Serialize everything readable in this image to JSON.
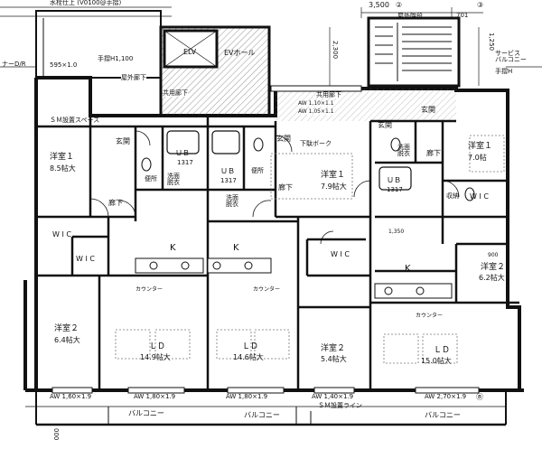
{
  "top": {
    "header_note": "水栓仕上 (V0100@手摺)",
    "dim_3500": "3,500",
    "marker_2": "②",
    "marker_3": "③",
    "dim_701": "701",
    "dim_2300": "2,300",
    "dim_1250": "1,250",
    "stair": "屋外階段",
    "service_balcony": "サービス\nバルコニー",
    "handrail_1100": "手摺H1,100",
    "handrail_right": "手摺H",
    "nada": "ナーD/R",
    "outside_dim": "595×1.0"
  },
  "common": {
    "elv": "ELV",
    "ev_hall": "EVホール",
    "common_corridor": "共用廊下",
    "outdoor_corridor_left": "屋外廊下",
    "outdoor_corridor_right": "共用廊下",
    "spec_left": "AW 1,10×1.1",
    "spec_right": "AW 1,05×1.1",
    "dim_1350": "1,350",
    "dim_900": "900"
  },
  "labels": {
    "ent": "玄関",
    "ub": "ＵＢ",
    "ub_size": "1317",
    "washroom": "洗面\n脱衣",
    "toilet": "便所",
    "hall": "廊下",
    "wic": "W I C",
    "k": "K",
    "counter": "カウンター",
    "shelf": "収納",
    "ent_sm": "玄関",
    "si_room": "下駄ボーク"
  },
  "rooms": {
    "west_bed1": "洋室１",
    "west_bed1_size": "8.5帖大",
    "west_bed2": "洋室２",
    "west_bed2_size": "6.4帖大",
    "ldk1": "ＬＤ",
    "ldk1_size": "14.9帖大",
    "ldk2": "ＬＤ",
    "ldk2_size": "14.6帖大",
    "mid_bed1": "洋室１",
    "mid_bed1_size": "7.9帖大",
    "mid_bed2": "洋室２",
    "mid_bed2_size": "5.4帖大",
    "east_bed1": "洋室１",
    "east_bed1_size": "7.0帖",
    "east_bed2": "洋室２",
    "east_bed2_size": "6.2帖大",
    "ldk3": "ＬＤ",
    "ldk3_size": "15.0帖大",
    "sm_west": "ＳＭ設置スペース"
  },
  "bottom": {
    "aw1": "AW 1,60×1.9",
    "aw2": "AW 1,80×1.9",
    "aw3": "AW 1,80×1.9",
    "aw4": "AW 1,40×1.9",
    "aw5": "AW 2,70×1.9",
    "balcony1": "バルコニー",
    "balcony2": "バルコニー",
    "balcony3": "バルコニー",
    "sm_line": "ＳＭ設置ライン",
    "marker_b": "Ⓑ",
    "dim_bottom": "000"
  }
}
